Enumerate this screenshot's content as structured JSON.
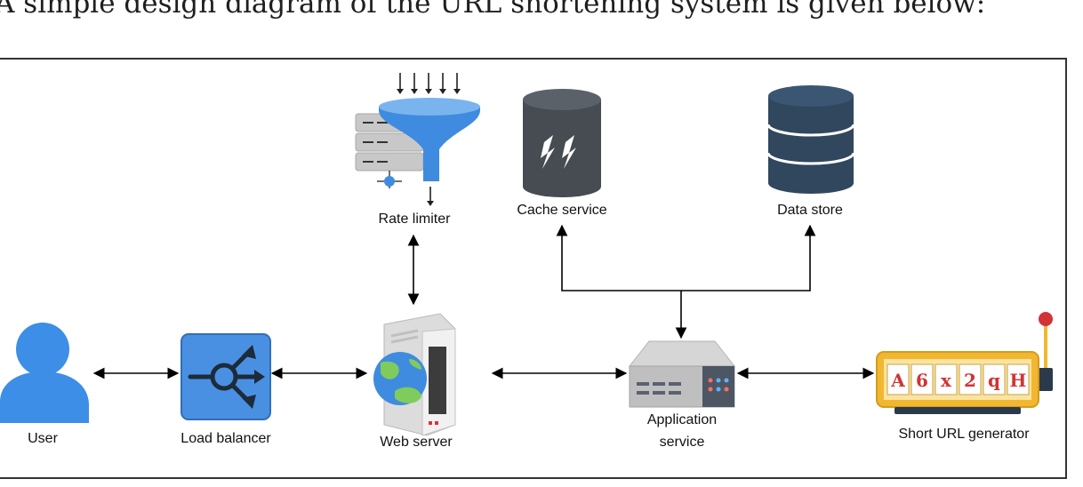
{
  "heading": "A simple design diagram of the URL shortening system is given below:",
  "nodes": {
    "user": "User",
    "load_balancer": "Load balancer",
    "web_server": "Web server",
    "rate_limiter": "Rate limiter",
    "cache_service": "Cache service",
    "data_store": "Data store",
    "application_service_line1": "Application",
    "application_service_line2": "service",
    "short_url_generator": "Short URL generator"
  },
  "slot_reels": [
    "A",
    "6",
    "x",
    "2",
    "q",
    "H"
  ],
  "colors": {
    "user_blue": "#3d8ee6",
    "load_balancer_blue": "#4a90e2",
    "db_dark": "#30475e",
    "cache_dark": "#464c52",
    "slot_gold": "#f2b731",
    "slot_red": "#d03434"
  }
}
